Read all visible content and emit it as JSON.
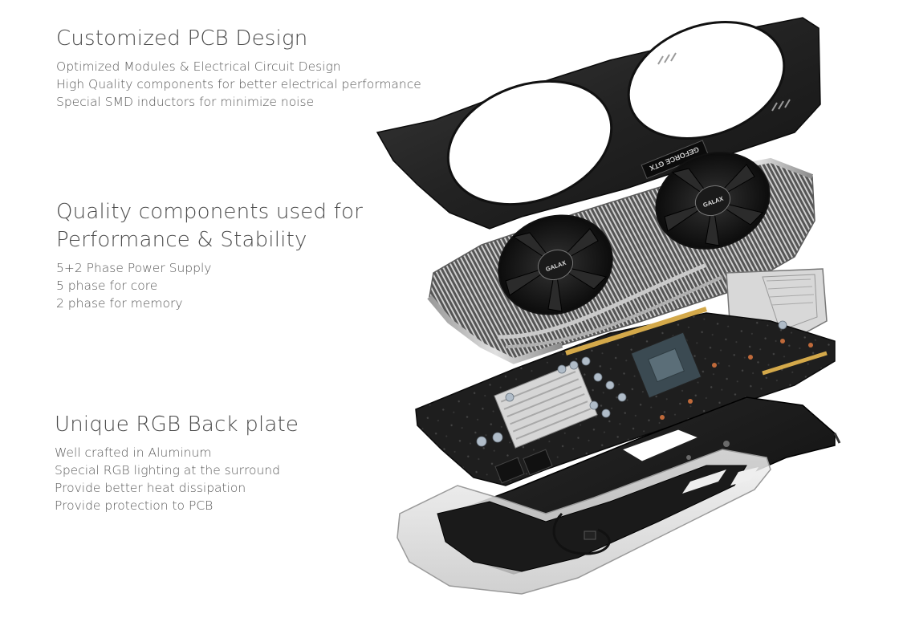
{
  "features": {
    "pcb": {
      "title": "Customized PCB Design",
      "items": [
        "Optimized Modules & Electrical Circuit Design",
        "High Quality components for better electrical performance",
        "Special SMD inductors for minimize noise"
      ]
    },
    "quality": {
      "title_line1": "Quality components used for",
      "title_line2": "Performance & Stability",
      "items": [
        "5+2 Phase Power Supply",
        "5 phase for core",
        "2 phase for memory"
      ]
    },
    "rgb": {
      "title": "Unique RGB Back plate",
      "items": [
        "Well crafted in Aluminum",
        "Special RGB lighting at the surround",
        "Provide better heat dissipation",
        "Provide protection to PCB"
      ]
    }
  },
  "illustration": {
    "shroud_label": "GEFORCE GTX",
    "fan_logo": "GALAX"
  }
}
